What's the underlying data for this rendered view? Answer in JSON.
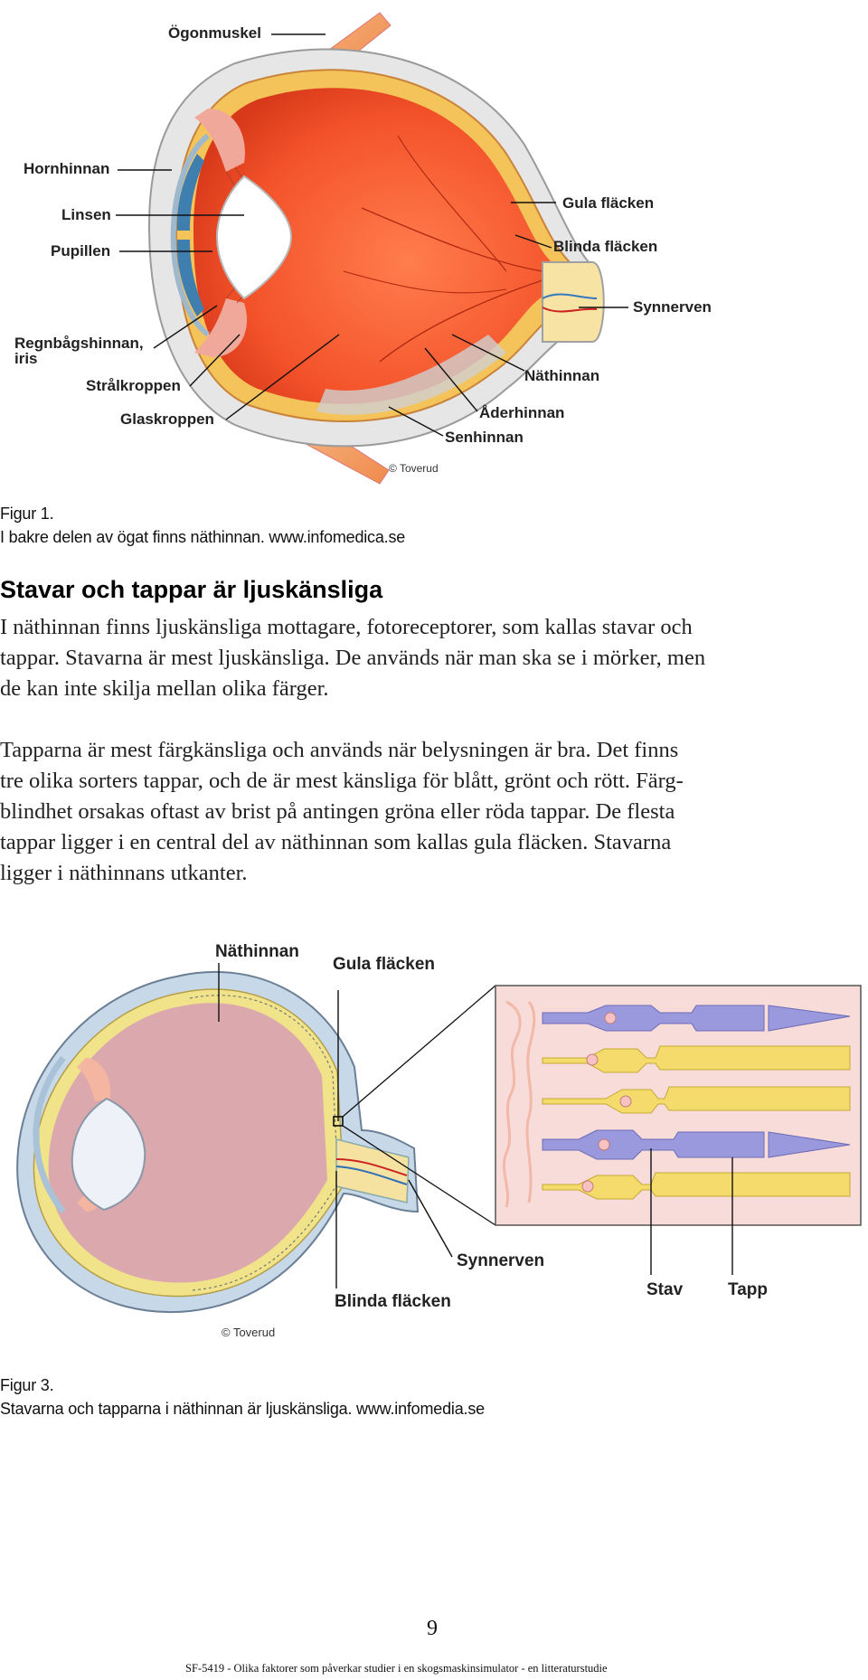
{
  "figure1": {
    "labels": {
      "ogonmuskel": "Ögonmuskel",
      "hornhinnan": "Hornhinnan",
      "linsen": "Linsen",
      "pupillen": "Pupillen",
      "regnbagshinnan": "Regnbågshinnan,",
      "iris": "iris",
      "stralkroppen": "Strålkroppen",
      "glaskroppen": "Glaskroppen",
      "gula_flacken": "Gula fläcken",
      "blinda_flacken": "Blinda fläcken",
      "synnerven": "Synnerven",
      "nathinnan": "Näthinnan",
      "aderhinnan": "Åderhinnan",
      "senhinnan": "Senhinnan",
      "credit": "© Toverud"
    },
    "caption_line1": "Figur 1.",
    "caption_line2": "I bakre delen av ögat finns näthinnan. www.infomedica.se"
  },
  "section": {
    "heading": "Stavar och tappar är ljuskänsliga",
    "paragraph1": [
      "I näthinnan finns ljuskänsliga mottagare, fotoreceptorer, som kallas stavar och",
      "tappar. Stavarna är mest ljuskänsliga. De används när man ska se i mörker, men",
      "de kan inte skilja mellan olika färger."
    ],
    "paragraph2": [
      "Tapparna är mest färgkänsliga och används när belysningen är bra. Det finns",
      "tre olika sorters tappar, och de är mest känsliga för blått, grönt och rött. Färg-",
      "blindhet orsakas oftast av brist på antingen gröna eller röda tappar. De flesta",
      "tappar ligger i en central del av näthinnan som kallas gula fläcken. Stavarna",
      "ligger i näthinnans utkanter."
    ]
  },
  "figure3": {
    "labels": {
      "nathinnan": "Näthinnan",
      "gula_flacken": "Gula fläcken",
      "synnerven": "Synnerven",
      "blinda_flacken": "Blinda fläcken",
      "stav": "Stav",
      "tapp": "Tapp",
      "credit": "© Toverud"
    },
    "caption_line1": "Figur 3.",
    "caption_line2": "Stavarna och tapparna i näthinnan är ljuskänsliga. www.infomedia.se"
  },
  "page_number": "9",
  "footer": "SF-5419 - Olika faktorer som påverkar studier i en skogsmaskinsimulator - en litteraturstudie",
  "colors": {
    "retina_orange": "#f2552c",
    "sclera": "#e6e6e6",
    "lens": "#ffffff",
    "iris_blue": "#3f7fb0",
    "rod_purple": "#9a99dd",
    "cone_yellow": "#f5db6b",
    "eye_pink": "#dba8ad",
    "inset_bg": "#f7dcd9"
  }
}
